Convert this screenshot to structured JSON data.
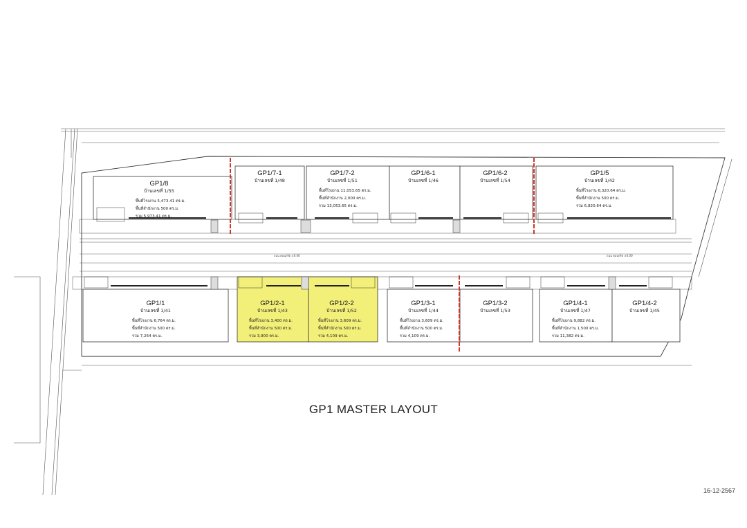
{
  "title": "GP1 MASTER LAYOUT",
  "date": "16-12-2567",
  "road_label": "ถนน คอนกรีต ±0.00",
  "road_label_2": "ถนน คอนกรีต ±0.00",
  "highlight_color": "#f3f07a",
  "divider_color": "#d0342c",
  "units": [
    {
      "id": "GP1/8",
      "no": "บ้านเลขที่ 1/55",
      "lines": [
        "พื้นที่โรงงาน 5,473.41 ตร.ม.",
        "พื้นที่สำนักงาน 500 ตร.ม.",
        "รวม 5,973.41 ตร.ม."
      ]
    },
    {
      "id": "GP1/7-1",
      "no": "บ้านเลขที่ 1/48",
      "lines": []
    },
    {
      "id": "GP1/7-2",
      "no": "บ้านเลขที่ 1/51",
      "lines": [
        "พื้นที่โรงงาน 11,053.65 ตร.ม.",
        "พื้นที่สำนักงาน 2,000 ตร.ม.",
        "รวม 13,053.65 ตร.ม."
      ]
    },
    {
      "id": "GP1/6-1",
      "no": "บ้านเลขที่ 1/46",
      "lines": []
    },
    {
      "id": "GP1/6-2",
      "no": "บ้านเลขที่ 1/54",
      "lines": []
    },
    {
      "id": "GP1/5",
      "no": "บ้านเลขที่ 1/42",
      "lines": [
        "พื้นที่โรงงาน 6,320.64 ตร.ม.",
        "พื้นที่สำนักงาน 500 ตร.ม.",
        "รวม 6,820.64 ตร.ม."
      ]
    },
    {
      "id": "GP1/1",
      "no": "บ้านเลขที่ 1/41",
      "lines": [
        "พื้นที่โรงงาน 6,764 ตร.ม.",
        "พื้นที่สำนักงาน 500 ตร.ม.",
        "รวม 7,264 ตร.ม."
      ]
    },
    {
      "id": "GP1/2-1",
      "no": "บ้านเลขที่ 1/43",
      "lines": [
        "พื้นที่โรงงาน 3,400 ตร.ม.",
        "พื้นที่สำนักงาน 500 ตร.ม.",
        "รวม 3,900 ตร.ม."
      ],
      "highlight": true
    },
    {
      "id": "GP1/2-2",
      "no": "บ้านเลขที่ 1/52",
      "lines": [
        "พื้นที่โรงงาน 3,609 ตร.ม.",
        "พื้นที่สำนักงาน 500 ตร.ม.",
        "รวม 4,109 ตร.ม."
      ],
      "highlight": true
    },
    {
      "id": "GP1/3-1",
      "no": "บ้านเลขที่ 1/44",
      "lines": [
        "พื้นที่โรงงาน 3,609 ตร.ม.",
        "พื้นที่สำนักงาน 500 ตร.ม.",
        "รวม 4,109 ตร.ม."
      ]
    },
    {
      "id": "GP1/3-2",
      "no": "บ้านเลขที่ 1/53",
      "lines": []
    },
    {
      "id": "GP1/4-1",
      "no": "บ้านเลขที่ 1/47",
      "lines": [
        "พื้นที่โรงงาน 9,882 ตร.ม.",
        "พื้นที่สำนักงาน 1,500 ตร.ม.",
        "รวม 11,382 ตร.ม."
      ]
    },
    {
      "id": "GP1/4-2",
      "no": "บ้านเลขที่ 1/45",
      "lines": []
    }
  ]
}
